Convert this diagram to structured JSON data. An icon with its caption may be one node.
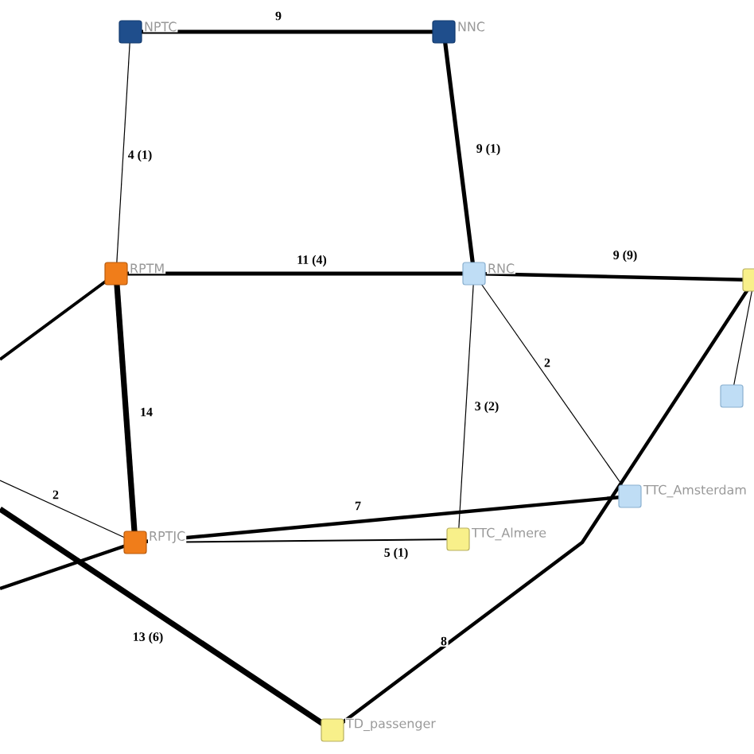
{
  "diagram": {
    "nodes": [
      {
        "text": [
          "NPTC"
        ]
      },
      {
        "text": [
          "NNC"
        ]
      },
      {
        "text": [
          "RPTM"
        ]
      },
      {
        "text": [
          "RNC"
        ]
      },
      {
        "text": [],
        "shape": "box"
      },
      {
        "text": [],
        "shape": "box"
      },
      {
        "text": [
          "TTC_Amsterdam"
        ]
      },
      {
        "text": [
          "RPTJC"
        ]
      },
      {
        "text": [
          "TTC_Almere"
        ]
      },
      {
        "text": [
          "TD_passenger"
        ]
      }
    ],
    "edges": [
      {
        "from": 0,
        "to": 1,
        "arrow": "none",
        "label": "9"
      },
      {
        "from": 0,
        "to": 2,
        "arrow": "none",
        "label": "4 (1)"
      },
      {
        "from": 1,
        "to": 3,
        "arrow": "none",
        "label": "9 (1)"
      },
      {
        "from": 2,
        "to": 3,
        "arrow": "none",
        "label": "11 (4)"
      },
      {
        "from": 3,
        "to": 4,
        "arrow": "none",
        "label": "9 (9)"
      },
      {
        "from": 3,
        "to": 8,
        "arrow": "none",
        "label": "3 (2)"
      },
      {
        "from": 3,
        "to": 6,
        "arrow": "none",
        "label": "2"
      },
      {
        "from": 2,
        "to": null,
        "arrow": "none"
      },
      {
        "from": 2,
        "to": 7,
        "arrow": "none",
        "label": "14"
      },
      {
        "from": 7,
        "to": null,
        "arrow": "none"
      },
      {
        "from": null,
        "to": 7,
        "arrow": "none",
        "label": "2"
      },
      {
        "from": 7,
        "to": 6,
        "arrow": "none",
        "label": "7"
      },
      {
        "from": 7,
        "to": 8,
        "arrow": "none",
        "label": "5 (1)"
      },
      {
        "from": null,
        "to": 9,
        "arrow": "none",
        "label": "13 (6)"
      },
      {
        "from": 9,
        "to": 4,
        "arrow": "none",
        "label": "8"
      },
      {
        "from": 4,
        "to": 5,
        "arrow": "none"
      }
    ]
  }
}
